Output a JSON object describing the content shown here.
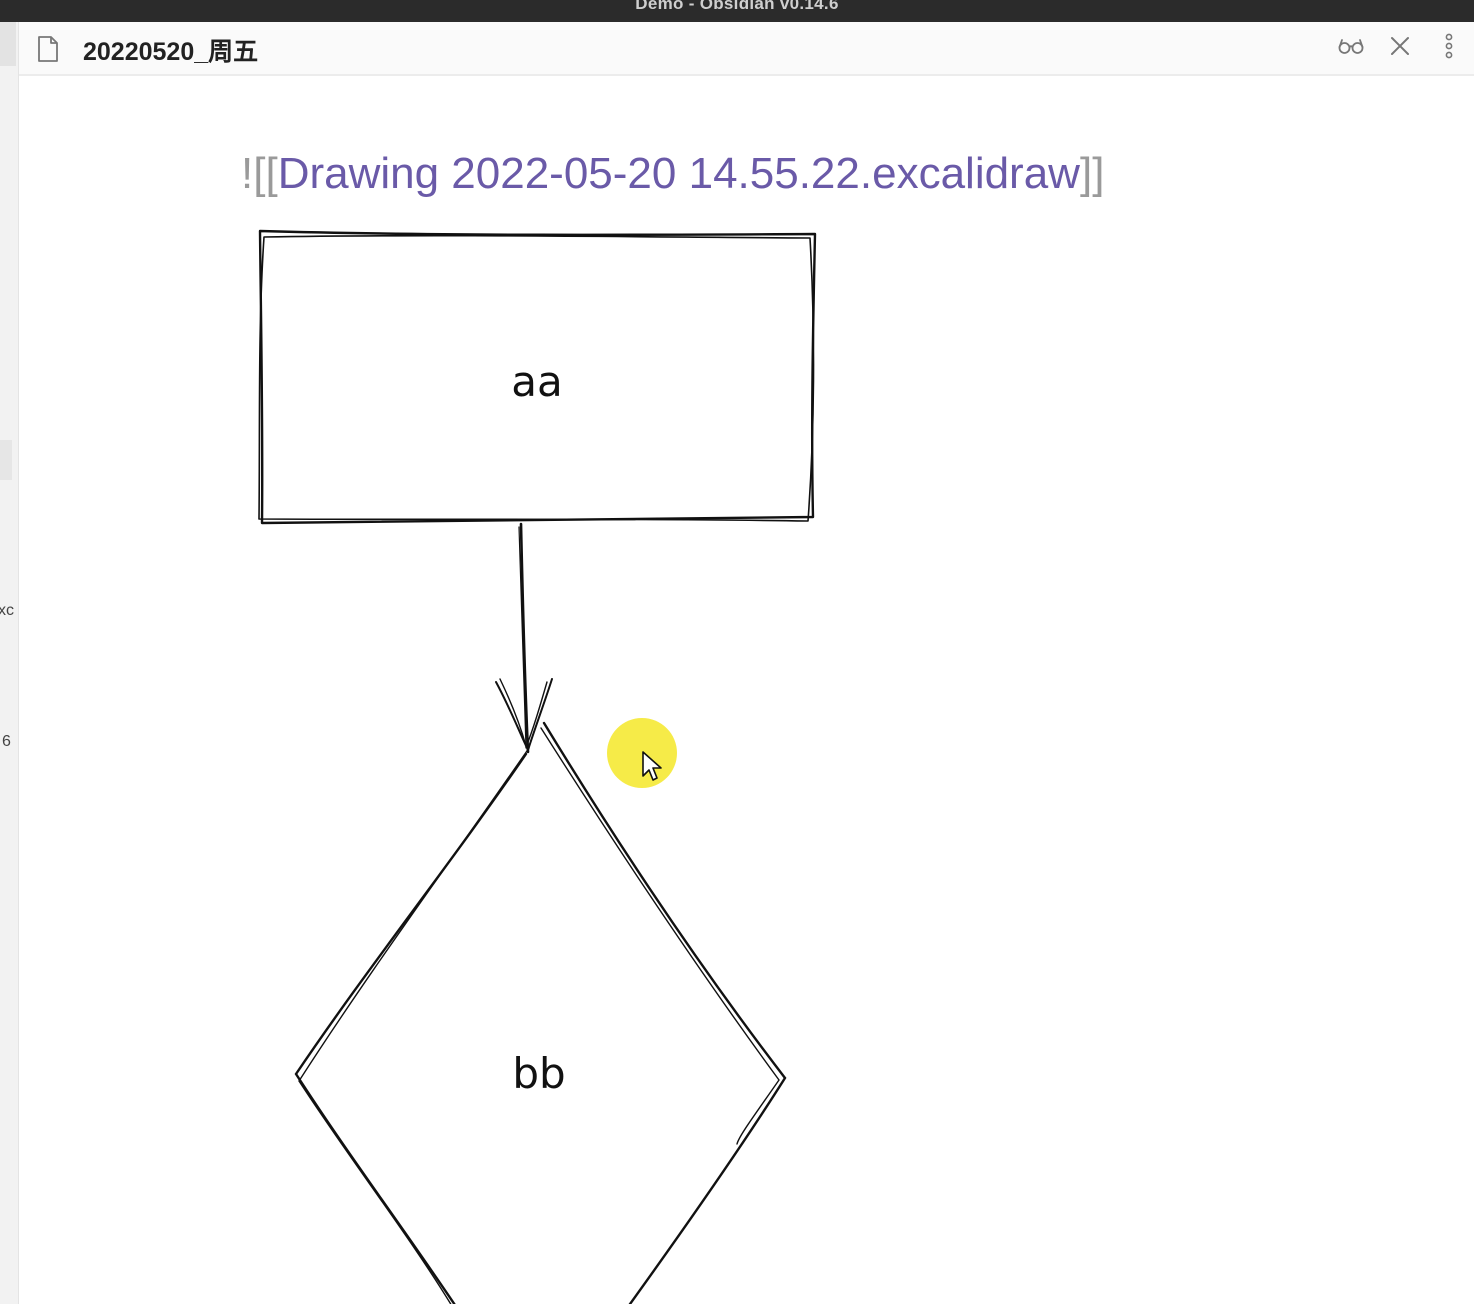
{
  "window": {
    "title": "Demo - Obsidian v0.14.6"
  },
  "left_strip": {
    "fragment_1": "xc",
    "fragment_2": "6"
  },
  "view_header": {
    "title": "20220520_周五",
    "icons": [
      "file-icon",
      "reading-view-icon",
      "close-icon",
      "more-options-icon"
    ]
  },
  "editor": {
    "embed_prefix": "![[",
    "embed_link": "Drawing 2022-05-20 14.55.22.excalidraw",
    "embed_suffix": "]]"
  },
  "drawing": {
    "nodes": [
      {
        "shape": "rectangle",
        "label": "aa"
      },
      {
        "shape": "diamond",
        "label": "bb"
      }
    ],
    "edges": [
      {
        "from": "aa",
        "to": "bb",
        "type": "arrow"
      }
    ]
  },
  "colors": {
    "link": "#6a5aa8",
    "titlebar": "#2b2b2b",
    "cursor_highlight": "#f5e828"
  }
}
